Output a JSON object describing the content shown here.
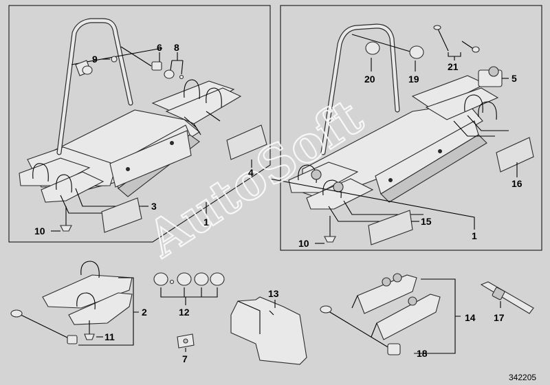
{
  "callouts": {
    "c1_left": "1",
    "c1_right": "1",
    "c2": "2",
    "c3": "3",
    "c4": "4",
    "c5": "5",
    "c6": "6",
    "c7": "7",
    "c8": "8",
    "c9": "9",
    "c10_left": "10",
    "c10_right": "10",
    "c11": "11",
    "c12": "12",
    "c13": "13",
    "c14": "14",
    "c15": "15",
    "c16": "16",
    "c17": "17",
    "c18": "18",
    "c19": "19",
    "c20": "20",
    "c21": "21"
  },
  "watermark": "AutoSoft",
  "reference_number": "342205",
  "colors": {
    "background": "#d4d4d4",
    "line": "#000000",
    "watermark": "#ffffff"
  }
}
